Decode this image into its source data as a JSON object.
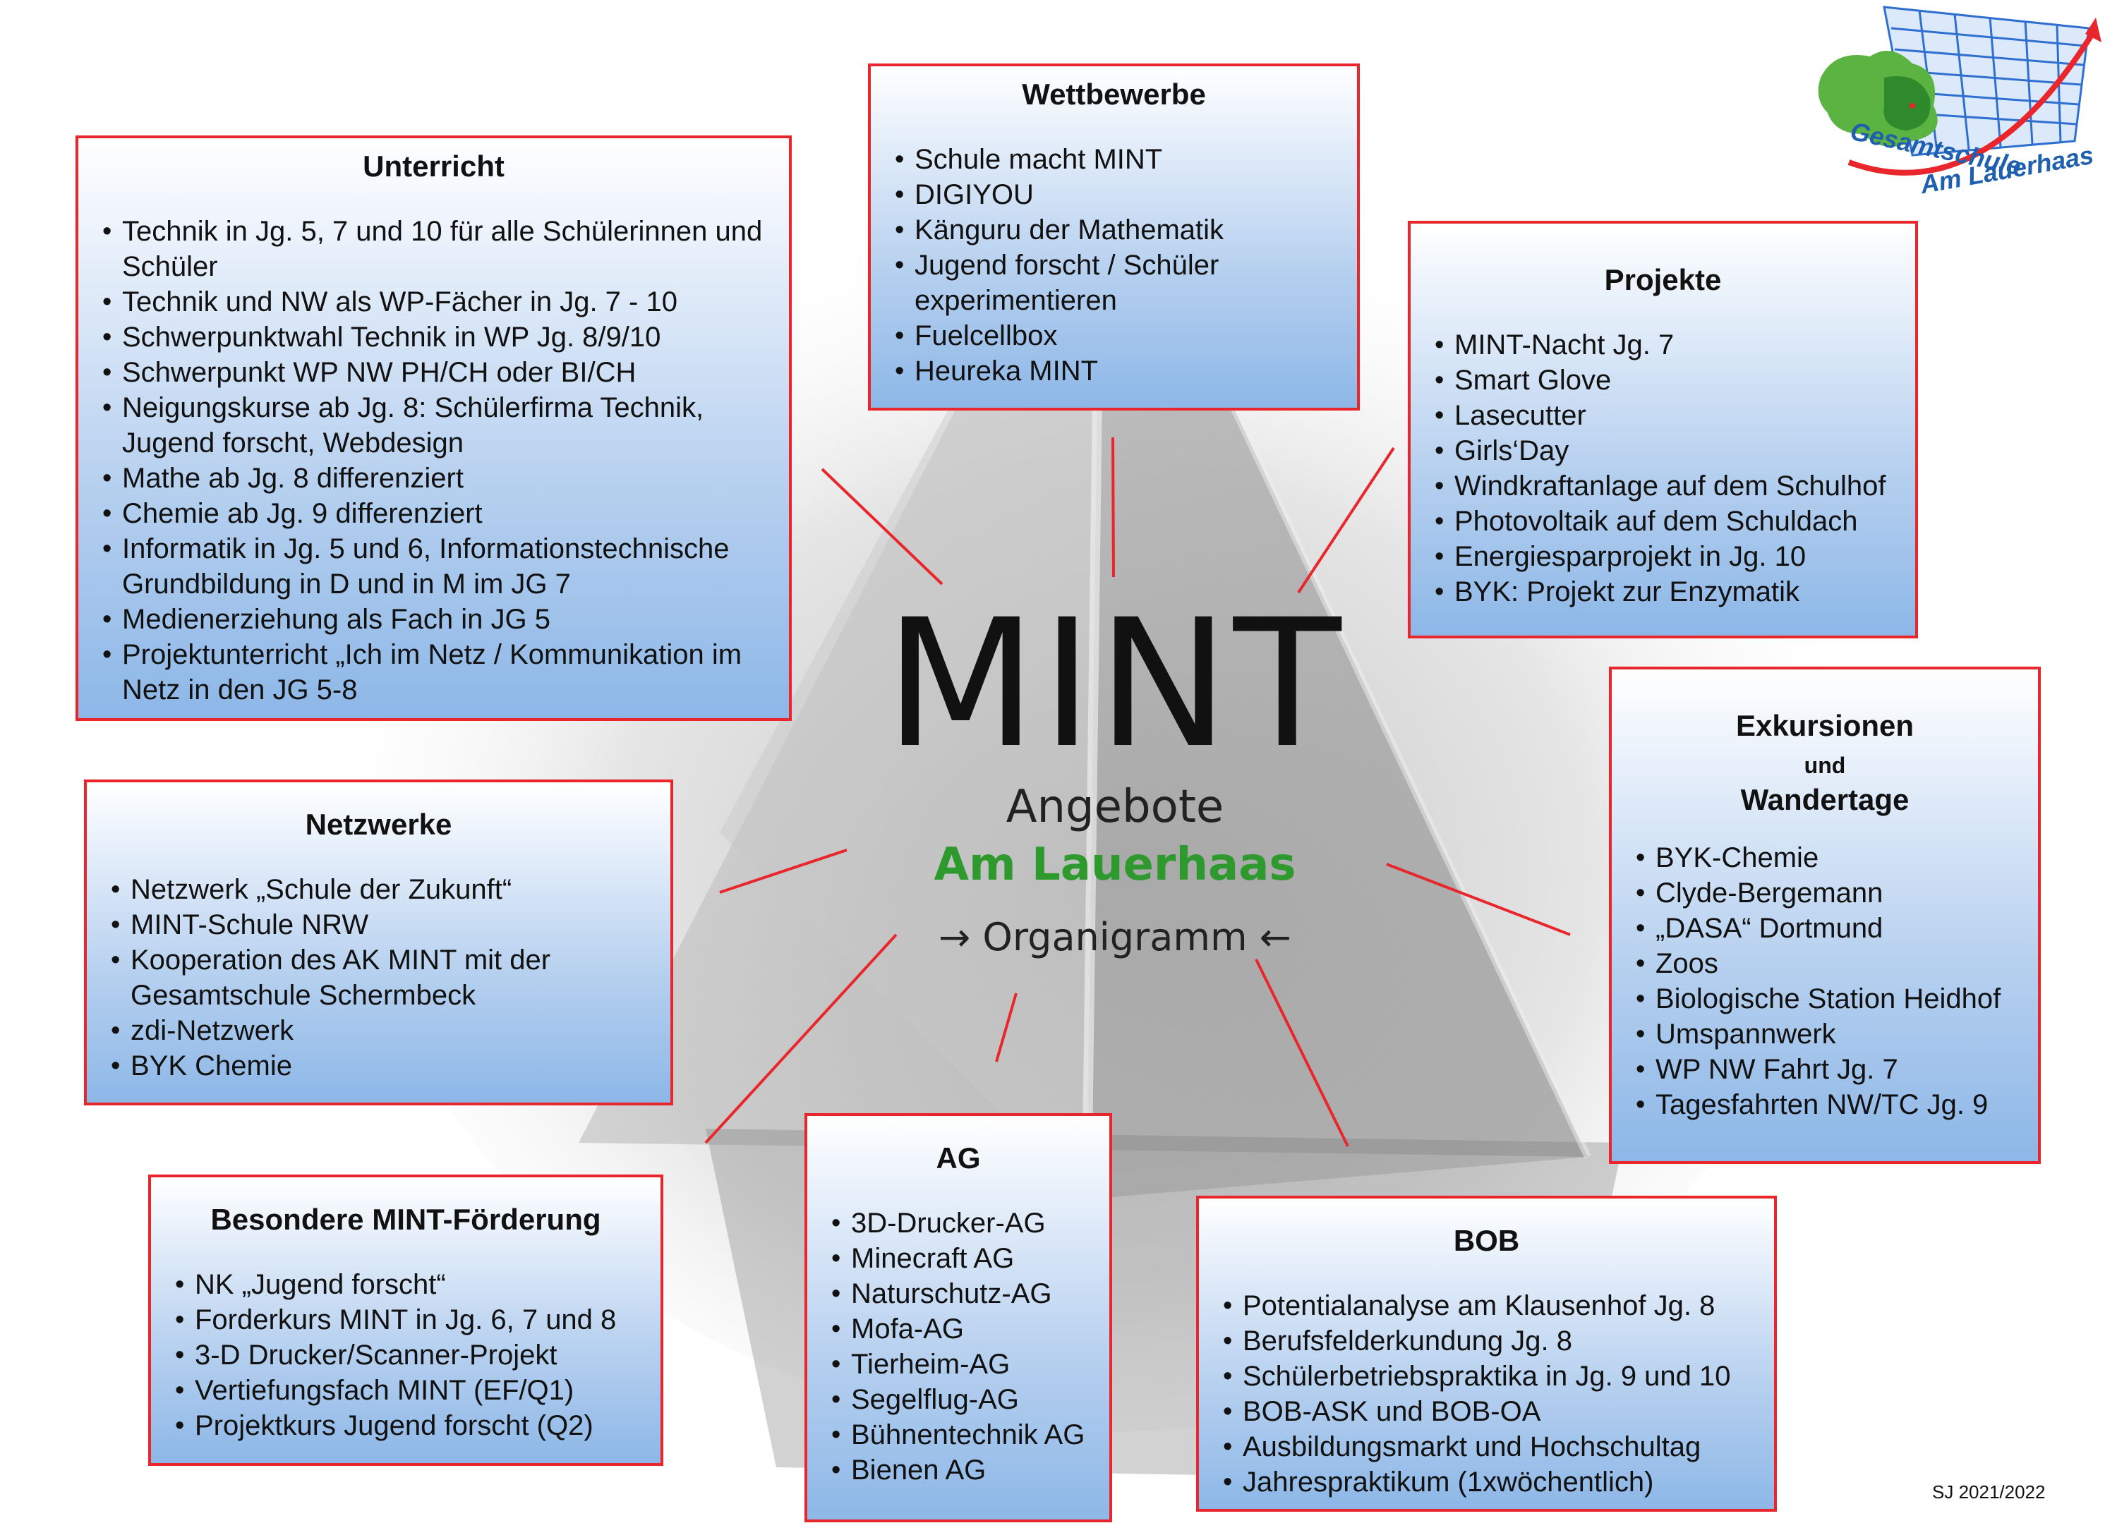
{
  "logo": {
    "line1": "Gesamtschule",
    "line2": "Am Lauerhaas"
  },
  "center": {
    "title": "MINT",
    "subtitle": "Angebote",
    "school": "Am Lauerhaas",
    "organigram": "→ Organigramm ←"
  },
  "school_year": "SJ 2021/2022",
  "boxes": {
    "unterricht": {
      "title": "Unterricht",
      "items": [
        "Technik in Jg. 5, 7 und 10 für alle Schülerinnen und Schüler",
        "Technik und NW als WP-Fächer in Jg. 7 - 10",
        "Schwerpunktwahl Technik in WP Jg. 8/9/10",
        "Schwerpunkt WP NW PH/CH oder BI/CH",
        "Neigungskurse ab Jg. 8: Schülerfirma Technik, Jugend forscht, Webdesign",
        "Mathe ab Jg. 8 differenziert",
        "Chemie ab Jg. 9 differenziert",
        "Informatik in Jg. 5 und 6, Informationstechnische Grundbildung in D und in M im JG 7",
        "Medienerziehung als Fach in JG 5",
        "Projektunterricht „Ich im Netz / Kommunikation im Netz in den JG 5-8"
      ]
    },
    "wettbewerbe": {
      "title": "Wettbewerbe",
      "items": [
        "Schule macht MINT",
        "DIGIYOU",
        "Känguru der Mathematik",
        "Jugend forscht / Schüler experimentieren",
        "Fuelcellbox",
        "Heureka MINT"
      ]
    },
    "projekte": {
      "title": "Projekte",
      "items": [
        "MINT-Nacht Jg. 7",
        "Smart Glove",
        "Lasecutter",
        "Girls‘Day",
        "Windkraftanlage auf dem Schulhof",
        "Photovoltaik auf dem Schuldach",
        "Energiesparprojekt in Jg. 10",
        "BYK: Projekt zur Enzymatik"
      ]
    },
    "exkursionen": {
      "title_line1": "Exkursionen",
      "title_line2": "und",
      "title_line3": "Wandertage",
      "items": [
        "BYK-Chemie",
        "Clyde-Bergemann",
        "„DASA“ Dortmund",
        "Zoos",
        "Biologische Station Heidhof",
        "Umspannwerk",
        "WP NW Fahrt Jg. 7",
        "Tagesfahrten NW/TC Jg. 9"
      ]
    },
    "netzwerke": {
      "title": "Netzwerke",
      "items": [
        "Netzwerk „Schule der Zukunft“",
        "MINT-Schule NRW",
        "Kooperation des AK MINT mit der Gesamtschule Schermbeck",
        "zdi-Netzwerk",
        "BYK Chemie"
      ]
    },
    "foerderung": {
      "title": "Besondere MINT-Förderung",
      "items": [
        "NK „Jugend forscht“",
        "Forderkurs MINT in Jg. 6, 7 und 8",
        "3-D Drucker/Scanner-Projekt",
        "Vertiefungsfach MINT (EF/Q1)",
        "Projektkurs Jugend forscht (Q2)"
      ]
    },
    "ag": {
      "title": "AG",
      "items": [
        "3D-Drucker-AG",
        "Minecraft AG",
        "Naturschutz-AG",
        "Mofa-AG",
        "Tierheim-AG",
        "Segelflug-AG",
        "Bühnentechnik AG",
        "Bienen AG"
      ]
    },
    "bob": {
      "title": "BOB",
      "items": [
        "Potentialanalyse am Klausenhof Jg. 8",
        "Berufsfelderkundung Jg. 8",
        "Schülerbetriebspraktika in Jg. 9 und 10",
        "BOB-ASK und BOB-OA",
        "Ausbildungsmarkt und Hochschultag",
        "Jahrespraktikum (1xwöchentlich)"
      ]
    }
  },
  "colors": {
    "border": "#e8262b",
    "connector": "#e8262b",
    "school_green": "#2e9a2e",
    "box_gradient_bottom": "#8db7e7"
  }
}
